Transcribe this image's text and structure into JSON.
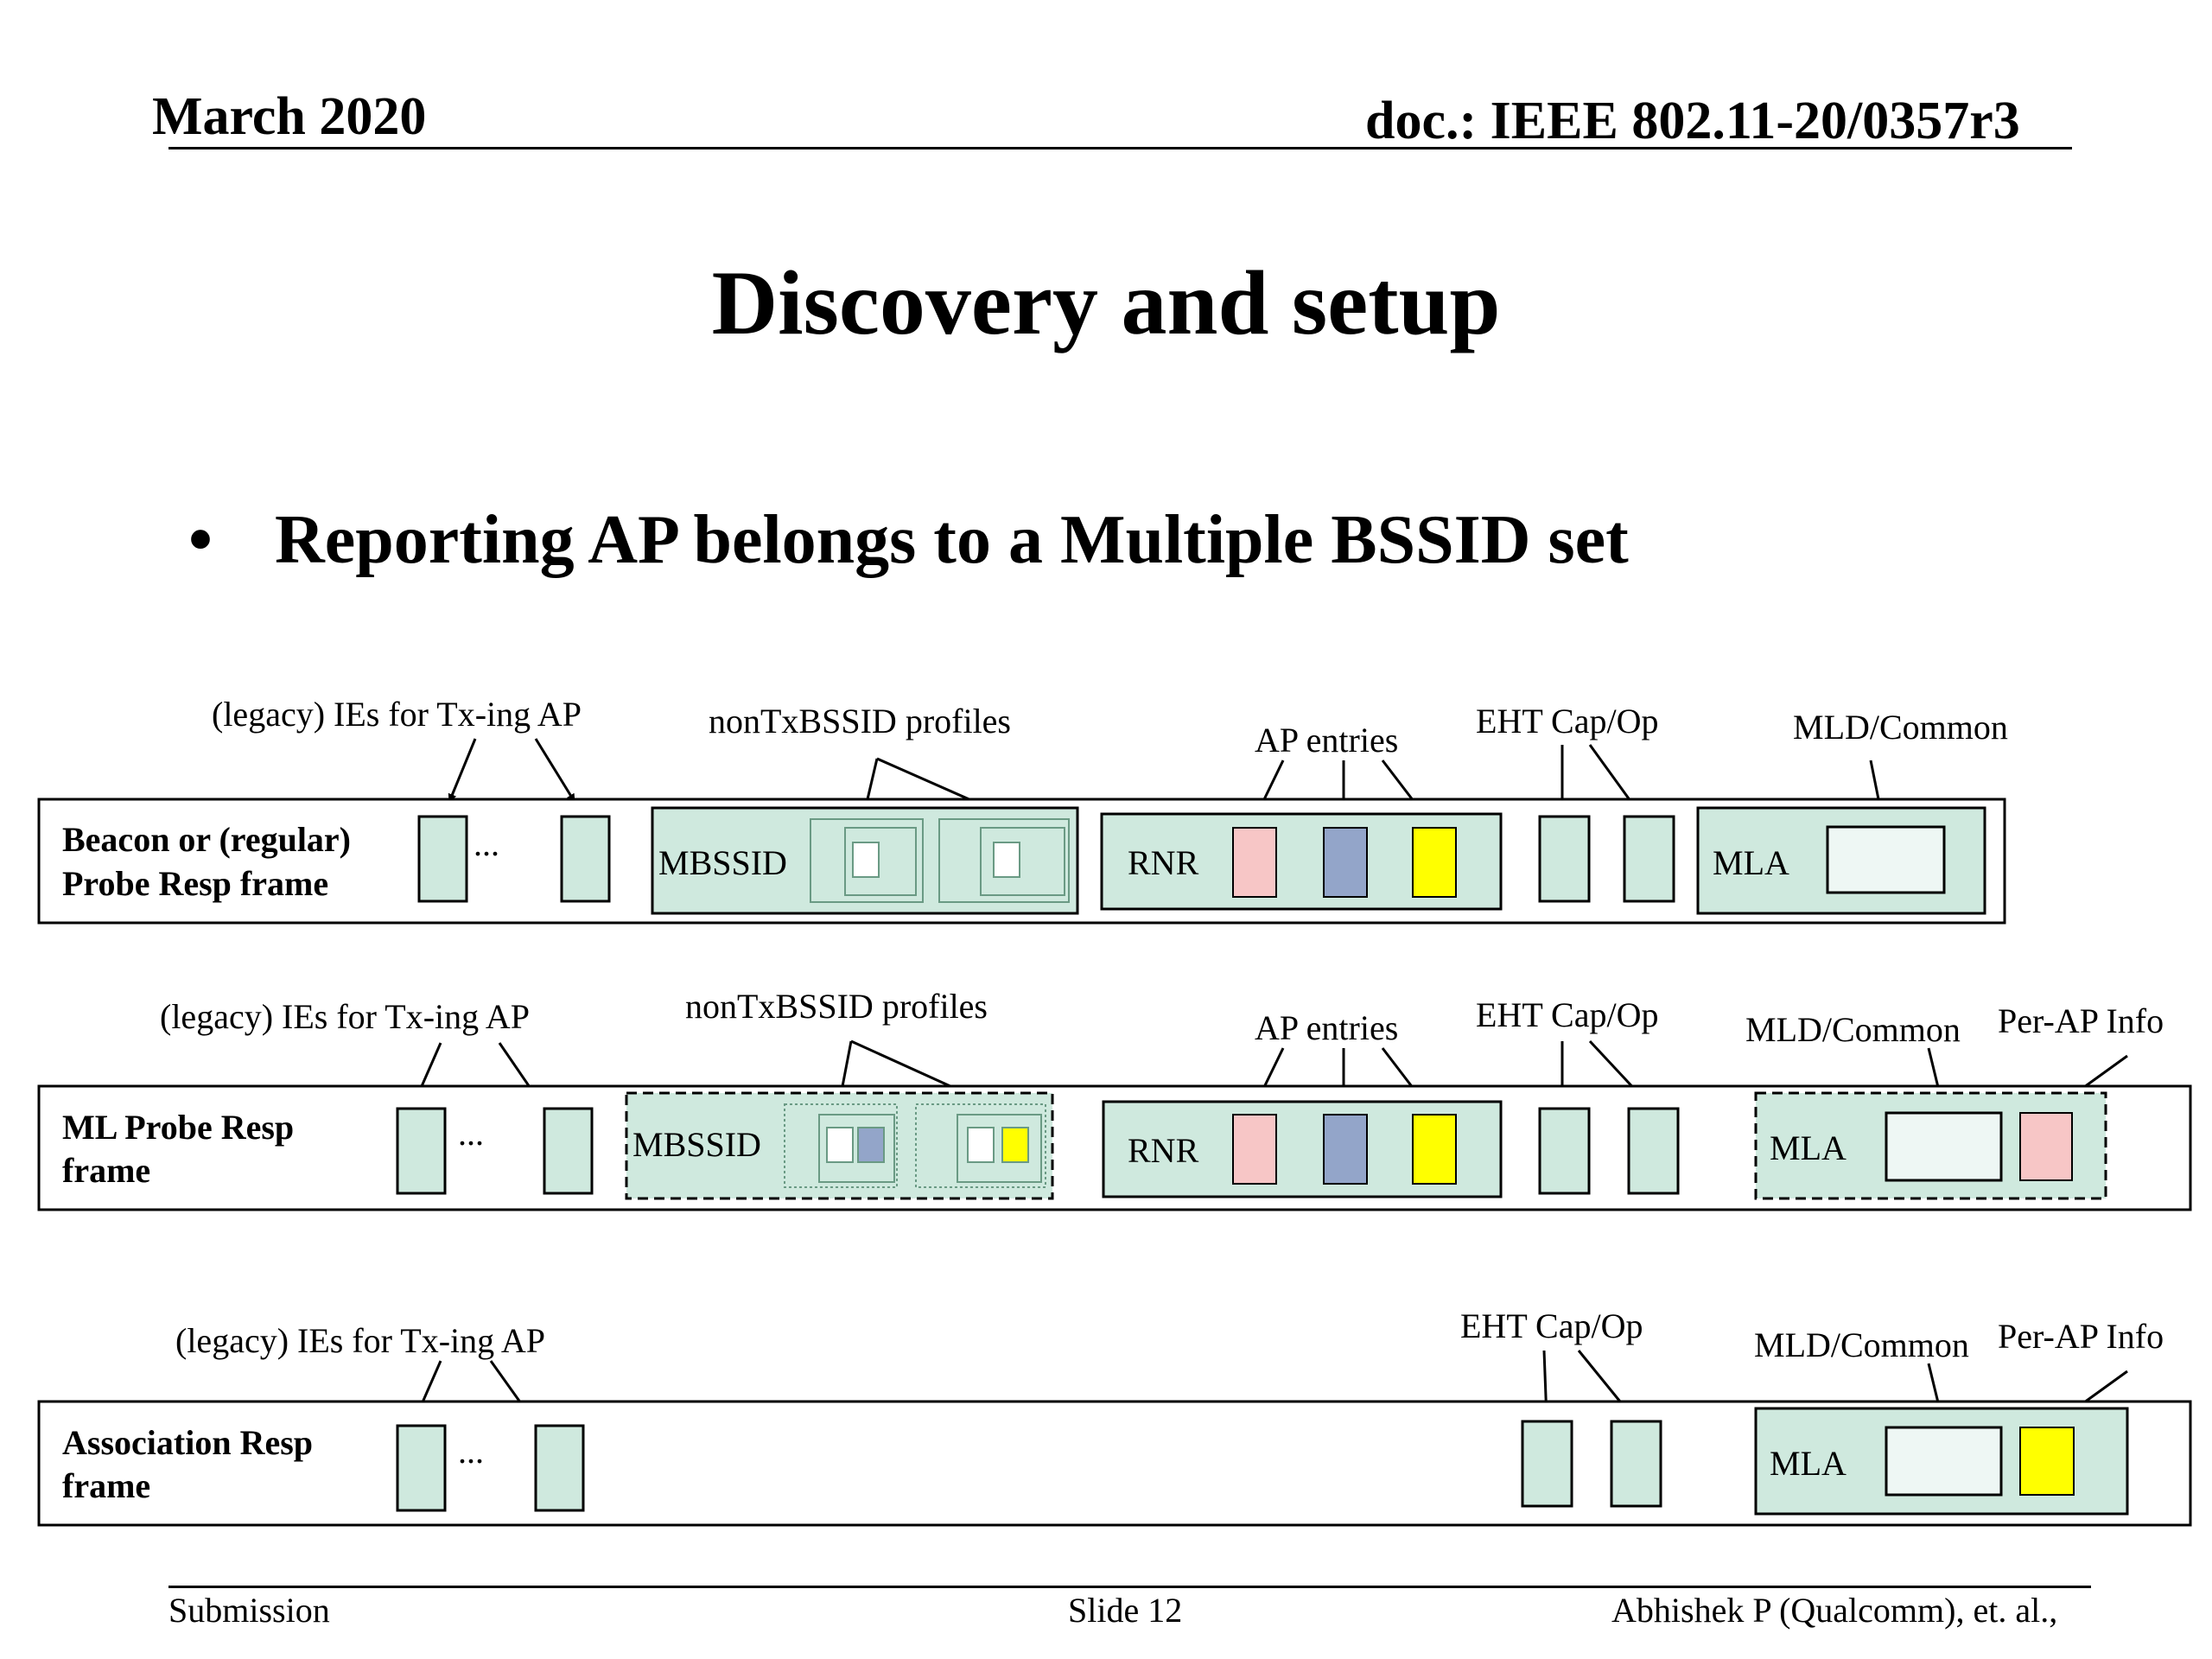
{
  "header": {
    "date": "March 2020",
    "doc": "doc.: IEEE 802.11-20/0357r3"
  },
  "title": "Discovery and setup",
  "bullet": {
    "marker": "•",
    "text": "Reporting AP belongs to a Multiple BSSID set"
  },
  "diagram": {
    "frames": [
      {
        "name_line1": "Beacon or (regular)",
        "name_line2": "Probe Resp frame",
        "legacy_label": "(legacy) IEs for Tx-ing AP",
        "ellipsis": "...",
        "nontx_label": "nonTxBSSID profiles",
        "mbssid": "MBSSID",
        "ap_entries_label": "AP entries",
        "rnr": "RNR",
        "eht_label": "EHT Cap/Op",
        "mld_label": "MLD/Common",
        "mla": "MLA"
      },
      {
        "name_line1": "ML Probe Resp",
        "name_line2": "frame",
        "legacy_label": "(legacy) IEs for Tx-ing AP",
        "ellipsis": "...",
        "nontx_label": "nonTxBSSID profiles",
        "mbssid": "MBSSID",
        "ap_entries_label": "AP entries",
        "rnr": "RNR",
        "eht_label": "EHT Cap/Op",
        "mld_label": "MLD/Common",
        "per_ap_label": "Per-AP Info",
        "mla": "MLA"
      },
      {
        "name_line1": "Association Resp",
        "name_line2": "frame",
        "legacy_label": "(legacy) IEs for Tx-ing AP",
        "ellipsis": "...",
        "eht_label": "EHT Cap/Op",
        "mld_label": "MLD/Common",
        "per_ap_label": "Per-AP Info",
        "mla": "MLA"
      }
    ],
    "colors": {
      "ie_fill": "#cfe9de",
      "container_fill": "#cfe9de",
      "pink": "#f7c6c6",
      "blue": "#93a5c9",
      "yellow": "#ffff00",
      "mld_common_fill": "#eef7f4"
    }
  },
  "footer": {
    "left": "Submission",
    "center": "Slide 12",
    "right": "Abhishek P (Qualcomm), et. al.,"
  }
}
